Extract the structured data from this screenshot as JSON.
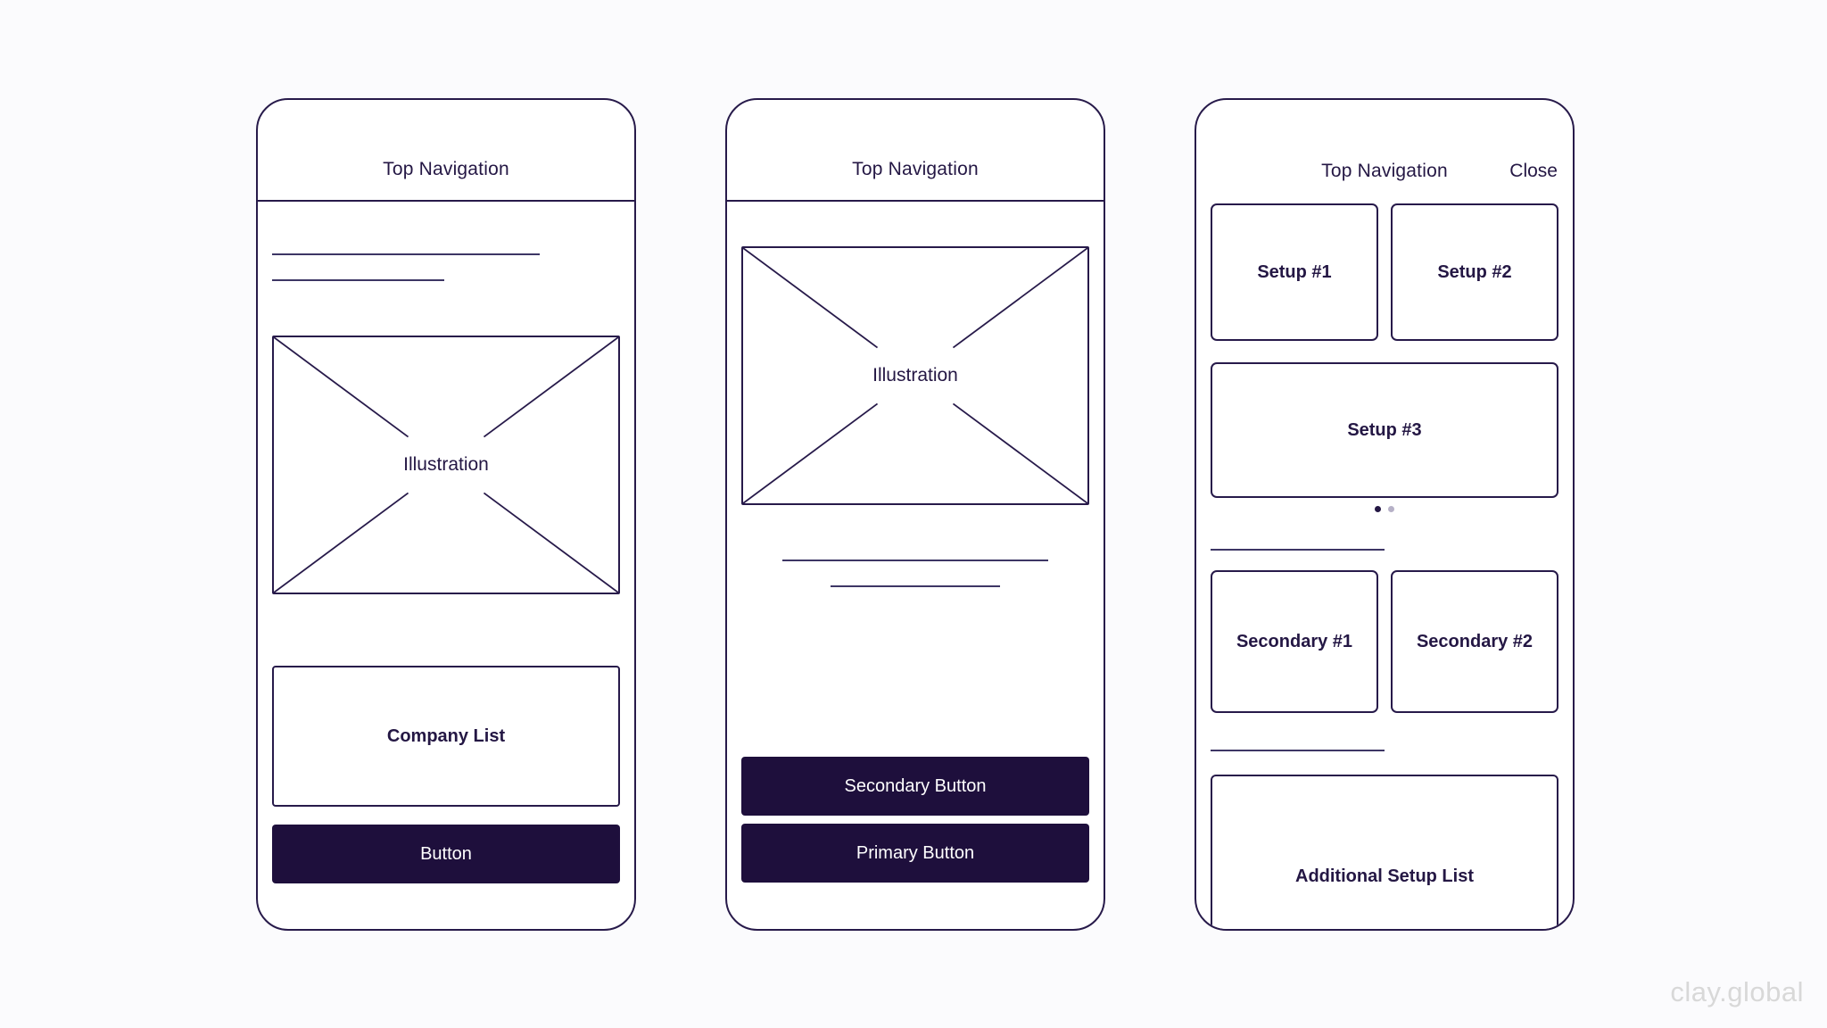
{
  "colors": {
    "bg": "#fbfbfd",
    "frame_border": "#271a4a",
    "label": "#241744",
    "line": "#3d3665",
    "button_bg": "#1e0f3c",
    "button_text": "#ffffff",
    "dot_active": "#241744",
    "dot_inactive": "#b6b1c7",
    "watermark": "#d8d8d8"
  },
  "watermark": "clay.global",
  "screens": [
    {
      "name": "company-list-screen",
      "nav": {
        "title": "Top Navigation"
      },
      "illustration_label": "Illustration",
      "list_label": "Company List",
      "button_label": "Button"
    },
    {
      "name": "actions-screen",
      "nav": {
        "title": "Top Navigation"
      },
      "illustration_label": "Illustration",
      "secondary_button_label": "Secondary Button",
      "primary_button_label": "Primary Button"
    },
    {
      "name": "setup-screen",
      "nav": {
        "title": "Top Navigation",
        "action": "Close"
      },
      "cards": {
        "setup1": "Setup #1",
        "setup2": "Setup #2",
        "setup3": "Setup #3",
        "secondary1": "Secondary #1",
        "secondary2": "Secondary #2",
        "additional": "Additional Setup List"
      },
      "carousel": {
        "dot_count": 2,
        "active_index": 0
      }
    }
  ]
}
